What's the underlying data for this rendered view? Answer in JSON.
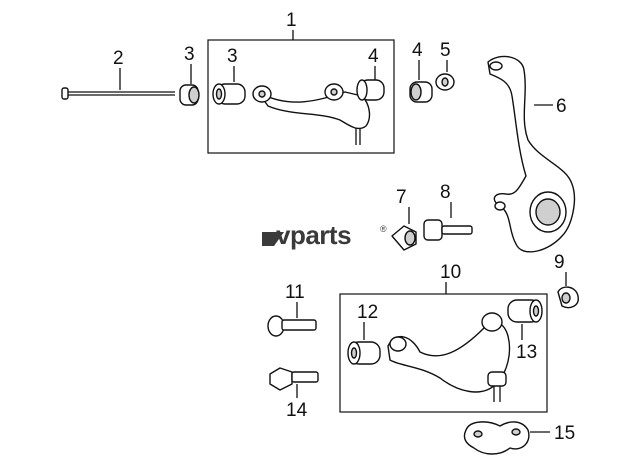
{
  "watermark": {
    "brand": "vparts",
    "trademark": "®",
    "color": "#3a3a3a"
  },
  "callouts": [
    "1",
    "2",
    "3",
    "3",
    "4",
    "4",
    "5",
    "6",
    "7",
    "8",
    "9",
    "10",
    "11",
    "12",
    "13",
    "14",
    "15"
  ]
}
